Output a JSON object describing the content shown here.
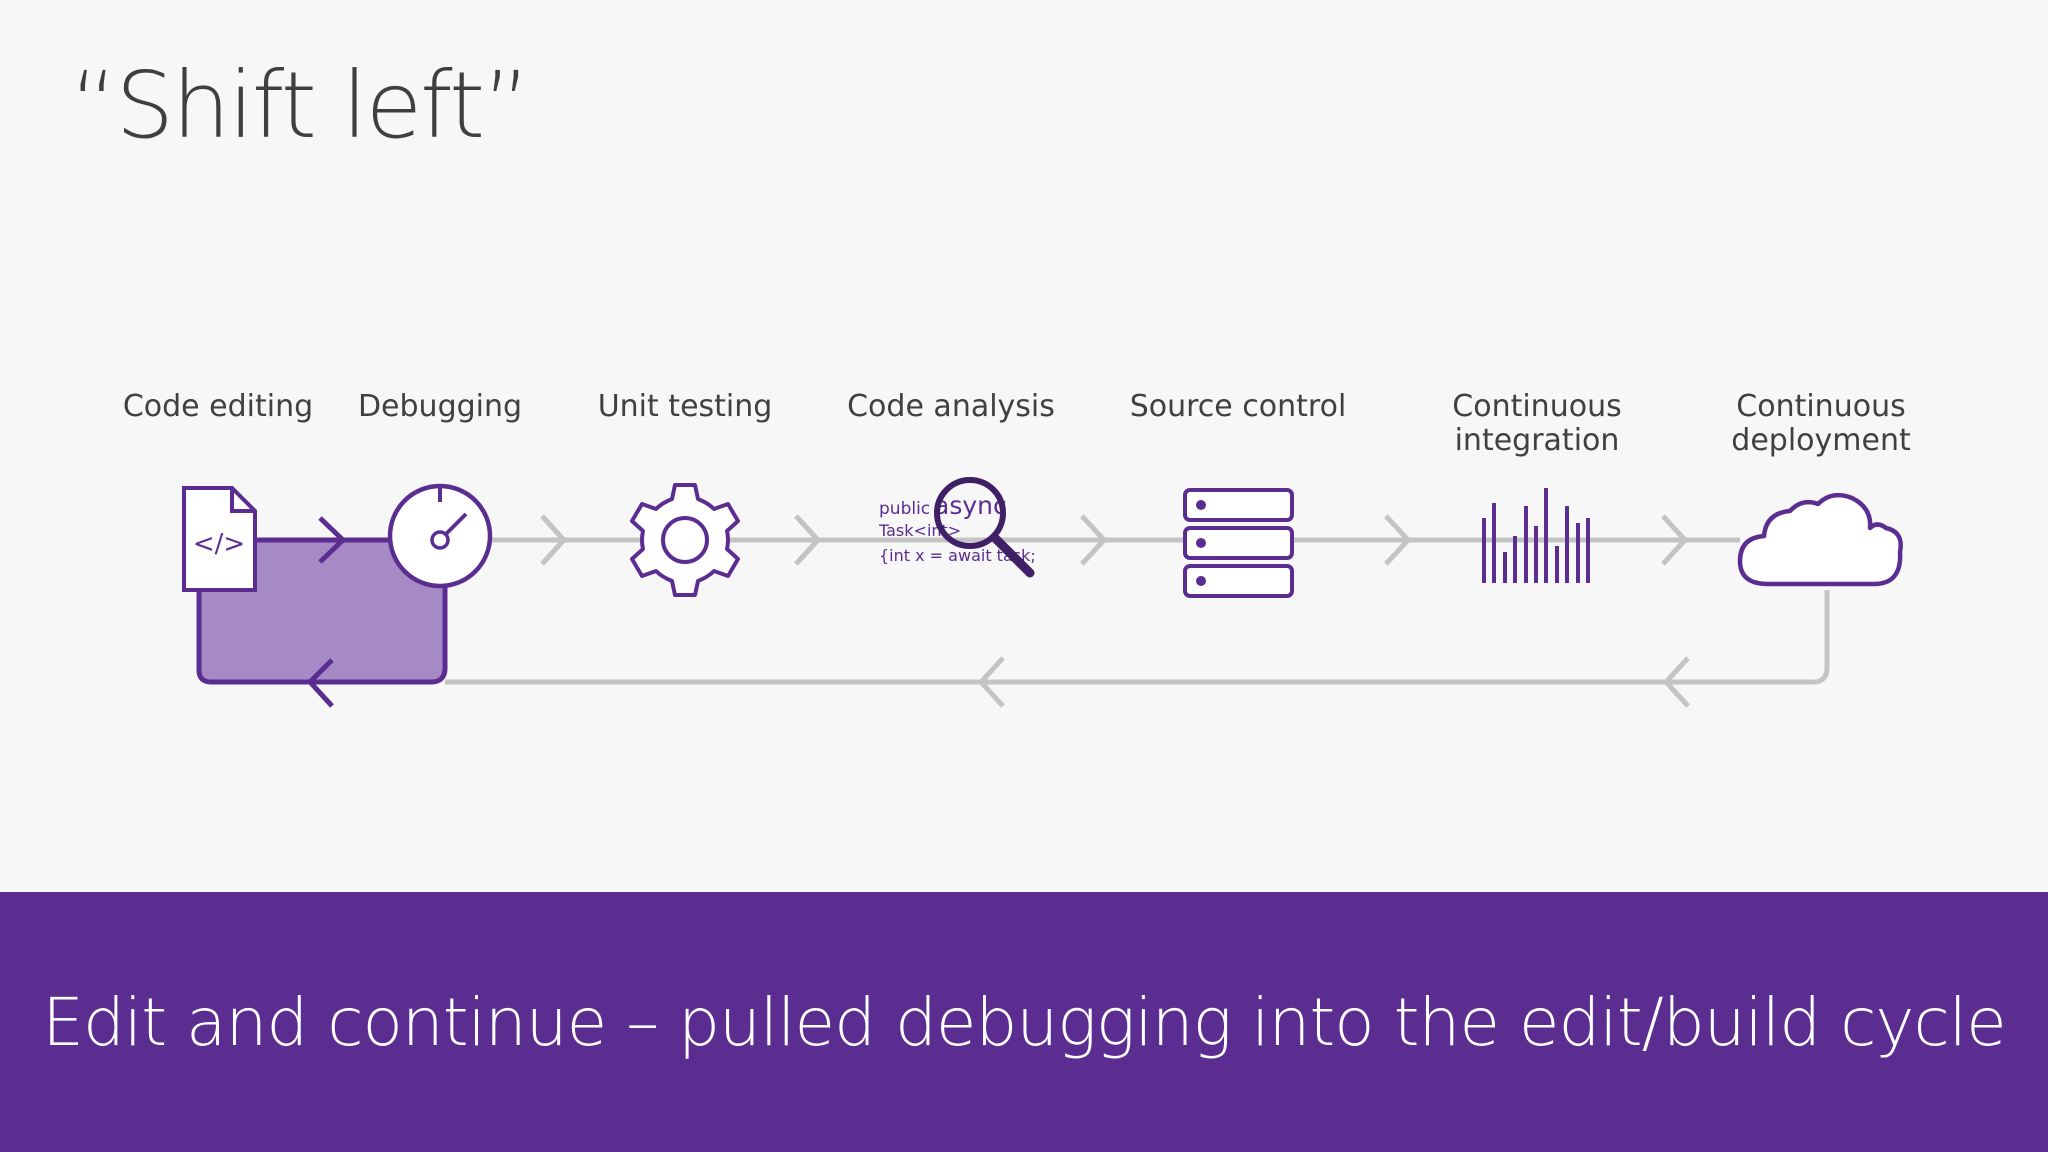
{
  "title": "“Shift left”",
  "stages": [
    {
      "lines": [
        "Code editing"
      ],
      "icon": "code-file-icon"
    },
    {
      "lines": [
        "Debugging"
      ],
      "icon": "gauge-icon"
    },
    {
      "lines": [
        "Unit testing"
      ],
      "icon": "gear-icon"
    },
    {
      "lines": [
        "Code analysis"
      ],
      "icon": "magnifier-icon"
    },
    {
      "lines": [
        "Source control"
      ],
      "icon": "server-stack-icon"
    },
    {
      "lines": [
        "Continuous",
        "integration"
      ],
      "icon": "bar-lines-icon"
    },
    {
      "lines": [
        "Continuous",
        "deployment"
      ],
      "icon": "cloud-icon"
    }
  ],
  "code_snippet": {
    "line1a": "public",
    "line1b": "async",
    "line2": "Task<int>",
    "line3": "{int x =  await task;"
  },
  "file_icon_text": "</>",
  "banner": {
    "text": "Edit and continue – pulled debugging into the edit/build cycle"
  },
  "colors": {
    "accent": "#5c2d91",
    "highlight_fill": "#a58ac6",
    "connector": "#c4c4c4"
  }
}
